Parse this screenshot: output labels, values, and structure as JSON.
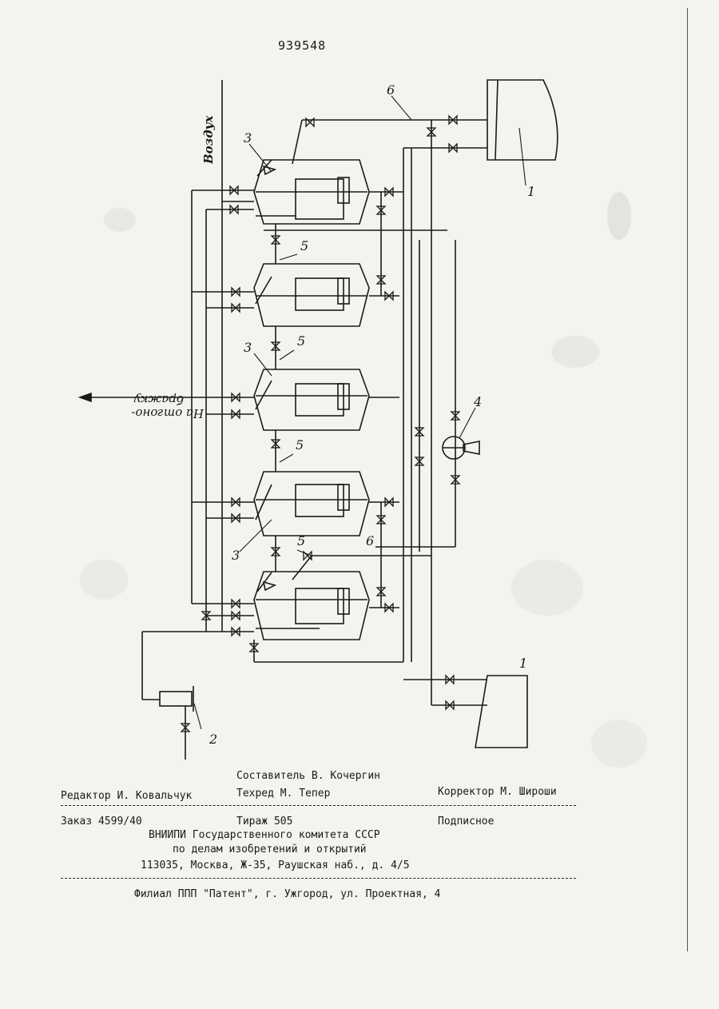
{
  "document": {
    "patent_number": "939548"
  },
  "figure": {
    "labels": {
      "air": "Воздух",
      "to_distillation_line1": "На отгоно-",
      "to_distillation_line2": "бражку",
      "tank": "1",
      "heater": "2",
      "column": "3",
      "pump": "4",
      "connection": "5",
      "line": "6"
    }
  },
  "colophon": {
    "compiler": "Составитель В. Кочергин",
    "editor": "Редактор И. Ковальчук",
    "techred": "Техред М. Тепер",
    "corrector": "Корректор М. Широши",
    "order": "Заказ 4599/40",
    "circulation": "Тираж 505",
    "subscription": "Подписное",
    "org_line1": "ВНИИПИ Государственного комитета СССР",
    "org_line2": "по делам изобретений и открытий",
    "address": "113035, Москва, Ж-35, Раушская наб., д. 4/5",
    "branch": "Филиал ППП \"Патент\", г. Ужгород, ул. Проектная, 4"
  }
}
